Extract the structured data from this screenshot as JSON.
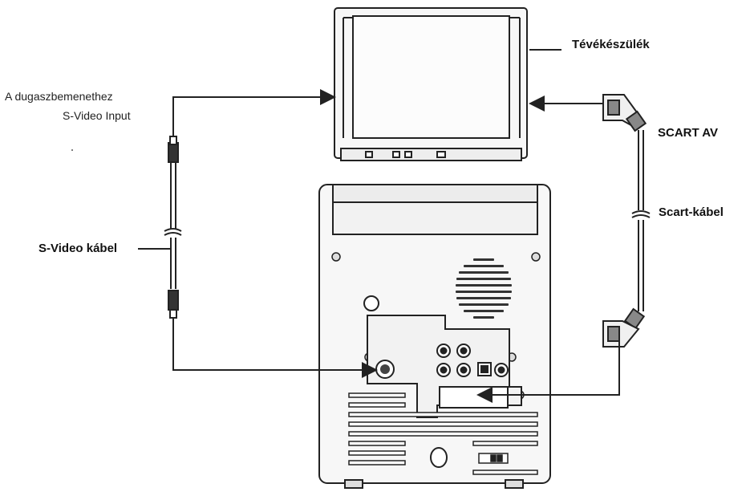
{
  "labels": {
    "tv": "Tévékészülék",
    "svideo_input_line1": "A dugaszbemenethez",
    "svideo_input_line2": "S-Video Input",
    "svideo_cable": "S-Video kábel",
    "scart_av": "SCART AV",
    "scart_cable": "Scart-kábel"
  },
  "colors": {
    "line": "#222222",
    "fill_light": "#f4f4f4",
    "fill_mid": "#dcdcdc",
    "fill_dark": "#555555"
  }
}
